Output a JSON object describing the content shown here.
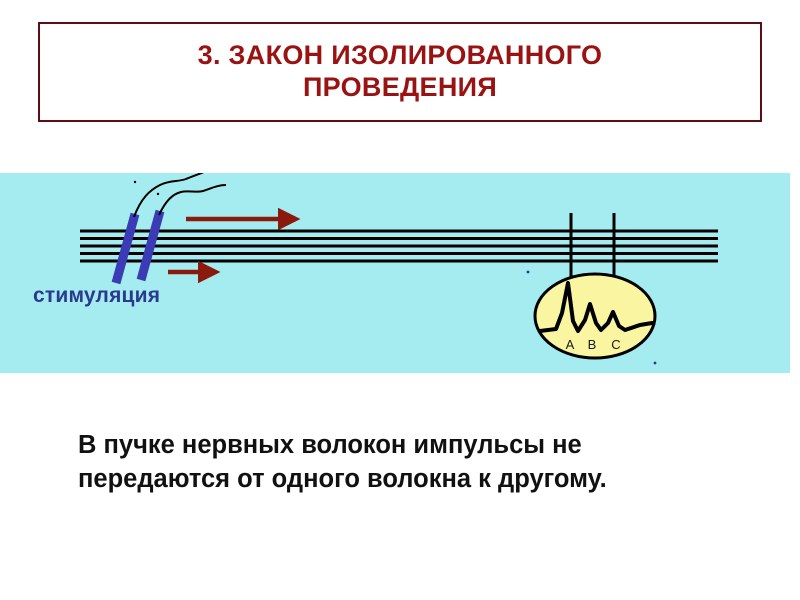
{
  "slide": {
    "background_color": "#ffffff",
    "title": {
      "text": "3.  ЗАКОН ИЗОЛИРОВАННОГО\nПРОВЕДЕНИЯ",
      "color": "#9a1313",
      "border_color": "#5c0d12"
    },
    "diagram": {
      "band_color": "#a5ecf0",
      "nerve_bundle": {
        "fiber_count": 5,
        "fiber_color": "#000000"
      },
      "stimulation_label": "стимуляция",
      "stimulation_label_color": "#2b3a8f",
      "electrode_color": "#3b3bb5",
      "arrow_color": "#8b1a0e",
      "oscilloscope": {
        "fill_color": "#faf5a0",
        "outline_color": "#000000",
        "trace_color": "#000000",
        "peak_labels": [
          "A",
          "B",
          "C"
        ]
      }
    },
    "body_text": "В пучке нервных волокон импульсы не передаются от одного волокна к другому."
  }
}
